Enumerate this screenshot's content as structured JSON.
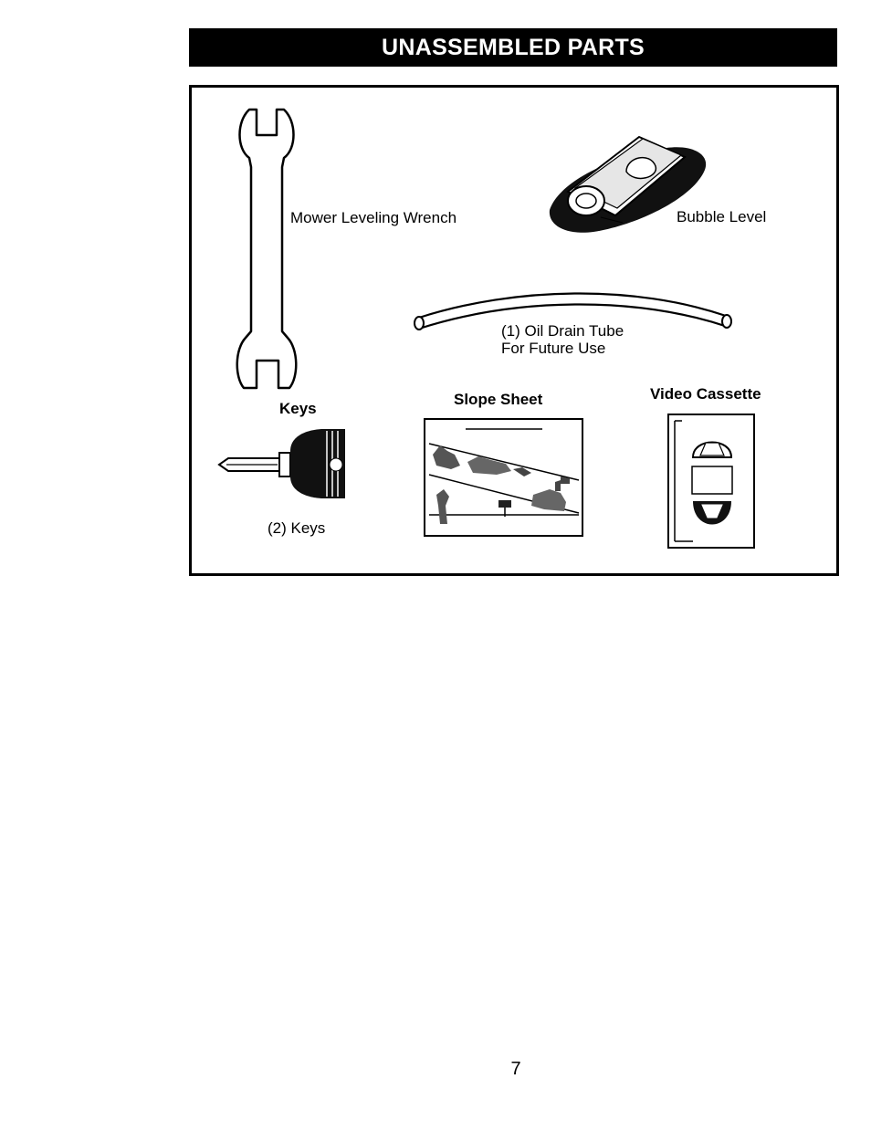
{
  "header": {
    "title": "UNASSEMBLED PARTS"
  },
  "parts": {
    "wrench_label": "Mower Leveling Wrench",
    "bubble_level_label": "Bubble Level",
    "oil_tube_line1": "(1) Oil Drain Tube",
    "oil_tube_line2": "For Future Use",
    "keys_heading": "Keys",
    "keys_label": "(2) Keys",
    "slope_sheet_heading": "Slope Sheet",
    "video_cassette_heading": "Video Cassette"
  },
  "footer": {
    "page_number": "7"
  }
}
